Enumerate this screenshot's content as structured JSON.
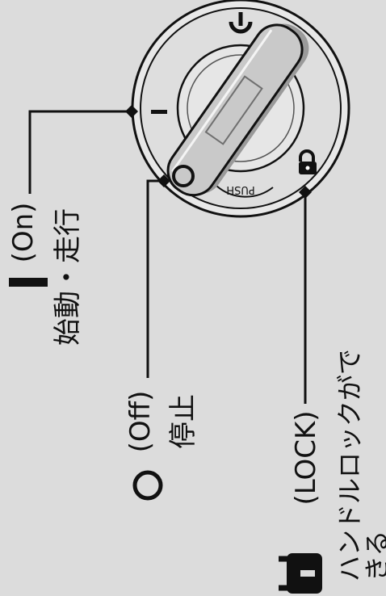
{
  "diagram": {
    "colors": {
      "background": "#dcdcdc",
      "ink": "#111111",
      "switch_face": "#e6e6e6",
      "knob_fill": "#c9c9c9",
      "knob_shadow": "#9a9a9a"
    },
    "switch": {
      "push_text": "PUSH"
    },
    "labels": {
      "on": {
        "mode": "(On)",
        "desc": "始動・走行"
      },
      "off": {
        "mode": "(Off)",
        "desc": "停止"
      },
      "lock": {
        "mode": "(LOCK)",
        "desc_line1": "ハンドルロックがで",
        "desc_line2": "きる"
      }
    },
    "icons": [
      "power-icon",
      "on-bar-icon",
      "off-circle-icon",
      "padlock-icon"
    ]
  }
}
